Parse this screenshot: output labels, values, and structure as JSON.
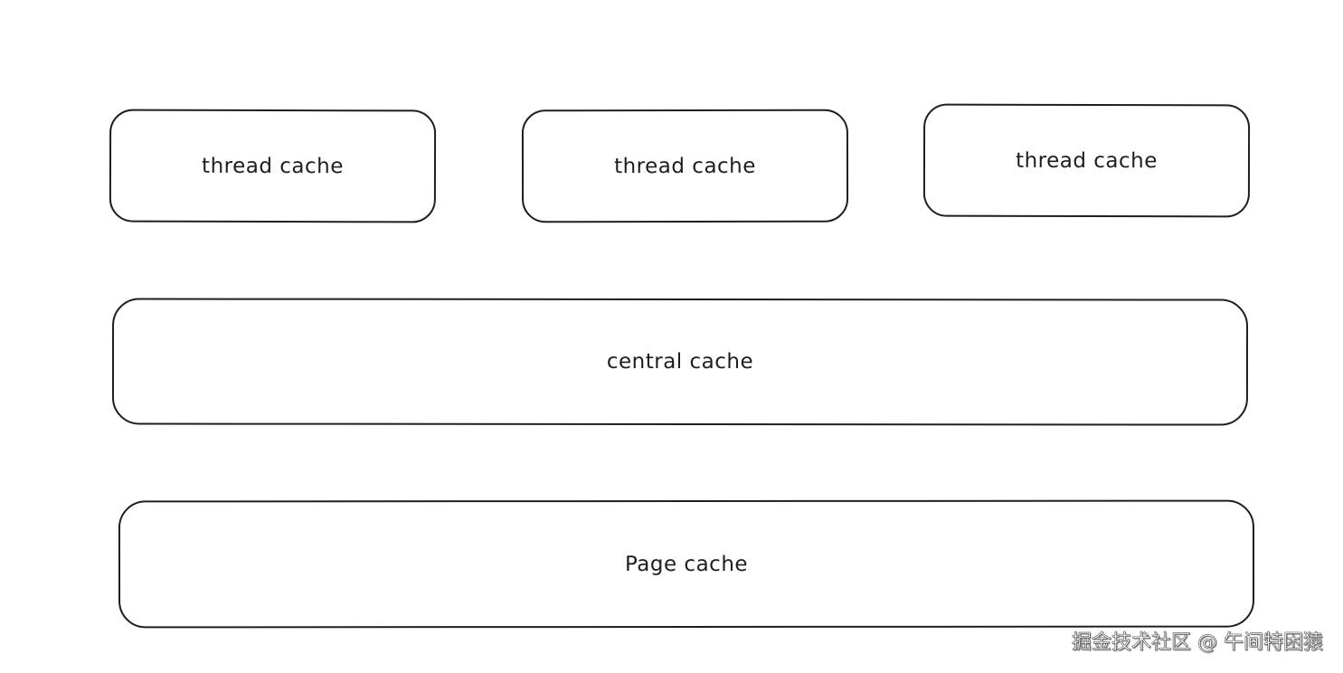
{
  "diagram": {
    "thread_caches": [
      {
        "label": "thread cache"
      },
      {
        "label": "thread cache"
      },
      {
        "label": "thread cache"
      }
    ],
    "central_cache": {
      "label": "central cache"
    },
    "page_cache": {
      "label": "Page cache"
    }
  },
  "watermark": {
    "text": "掘金技术社区 @ 午间特困猿"
  },
  "colors": {
    "stroke": "#1e1e1e",
    "background": "#ffffff"
  }
}
